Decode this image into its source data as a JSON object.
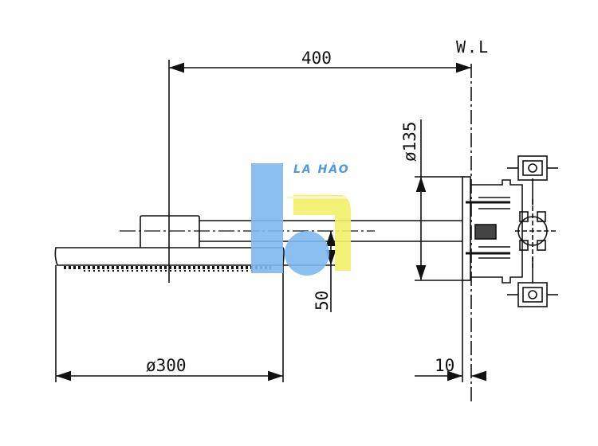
{
  "drawing": {
    "reference_label": "W.L",
    "dimensions": {
      "length": "400",
      "flange_diameter": "ø135",
      "head_diameter": "ø300",
      "drop": "50",
      "wall_offset": "10"
    },
    "watermark": {
      "brand_text": "LA HÀO",
      "colors": {
        "blue": "#7fb8f0",
        "yellow": "#f3f06a"
      }
    },
    "line_color": "#111111"
  }
}
